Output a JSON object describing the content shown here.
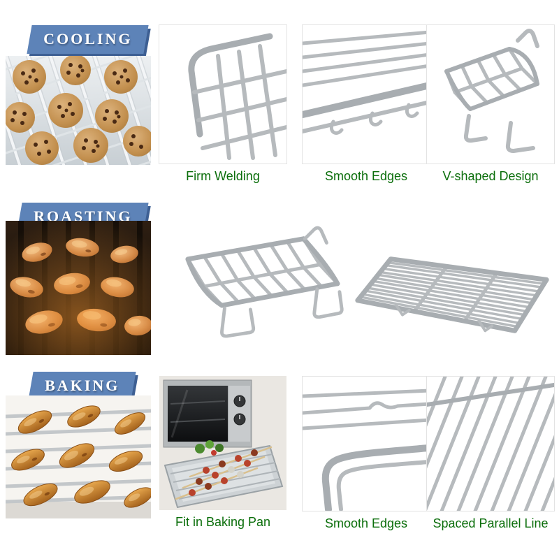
{
  "sections": [
    {
      "banner": "COOLING",
      "features": [
        "Firm Welding",
        "Smooth Edges",
        "V-shaped Design"
      ]
    },
    {
      "banner": "ROASTING",
      "features": []
    },
    {
      "banner": "BAKING",
      "features": [
        "Fit in Baking Pan",
        "Smooth Edges",
        "Spaced Parallel Line"
      ]
    }
  ],
  "colors": {
    "background": "#ffffff",
    "banner_blue": "#5d83b8",
    "banner_shadow": "#3d5f93",
    "label_green": "#0b6e0b",
    "wire_gray": "#b6babd",
    "frame_gray": "#a8adb1",
    "panel_border": "#e3e3e3"
  }
}
